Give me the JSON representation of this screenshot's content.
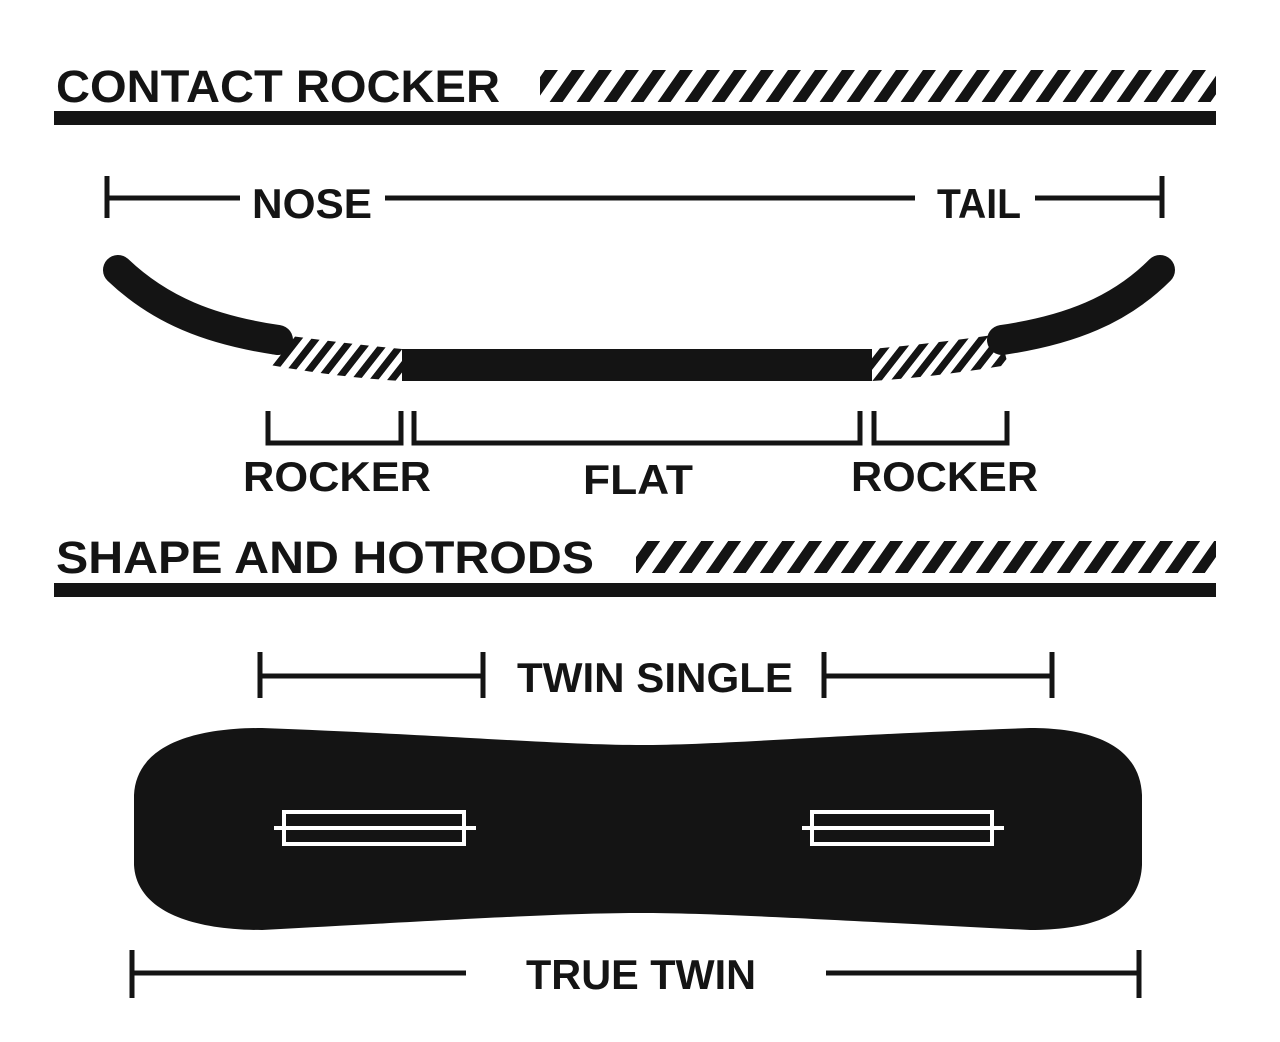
{
  "colors": {
    "ink": "#141414",
    "paper": "#ffffff"
  },
  "contact_rocker": {
    "heading": "CONTACT ROCKER",
    "nose_label": "NOSE",
    "tail_label": "TAIL",
    "left_zone_label": "ROCKER",
    "center_zone_label": "FLAT",
    "right_zone_label": "ROCKER"
  },
  "shape": {
    "heading": "SHAPE AND HOTRODS",
    "insert_span_label": "TWIN SINGLE",
    "overall_label": "TRUE TWIN"
  }
}
